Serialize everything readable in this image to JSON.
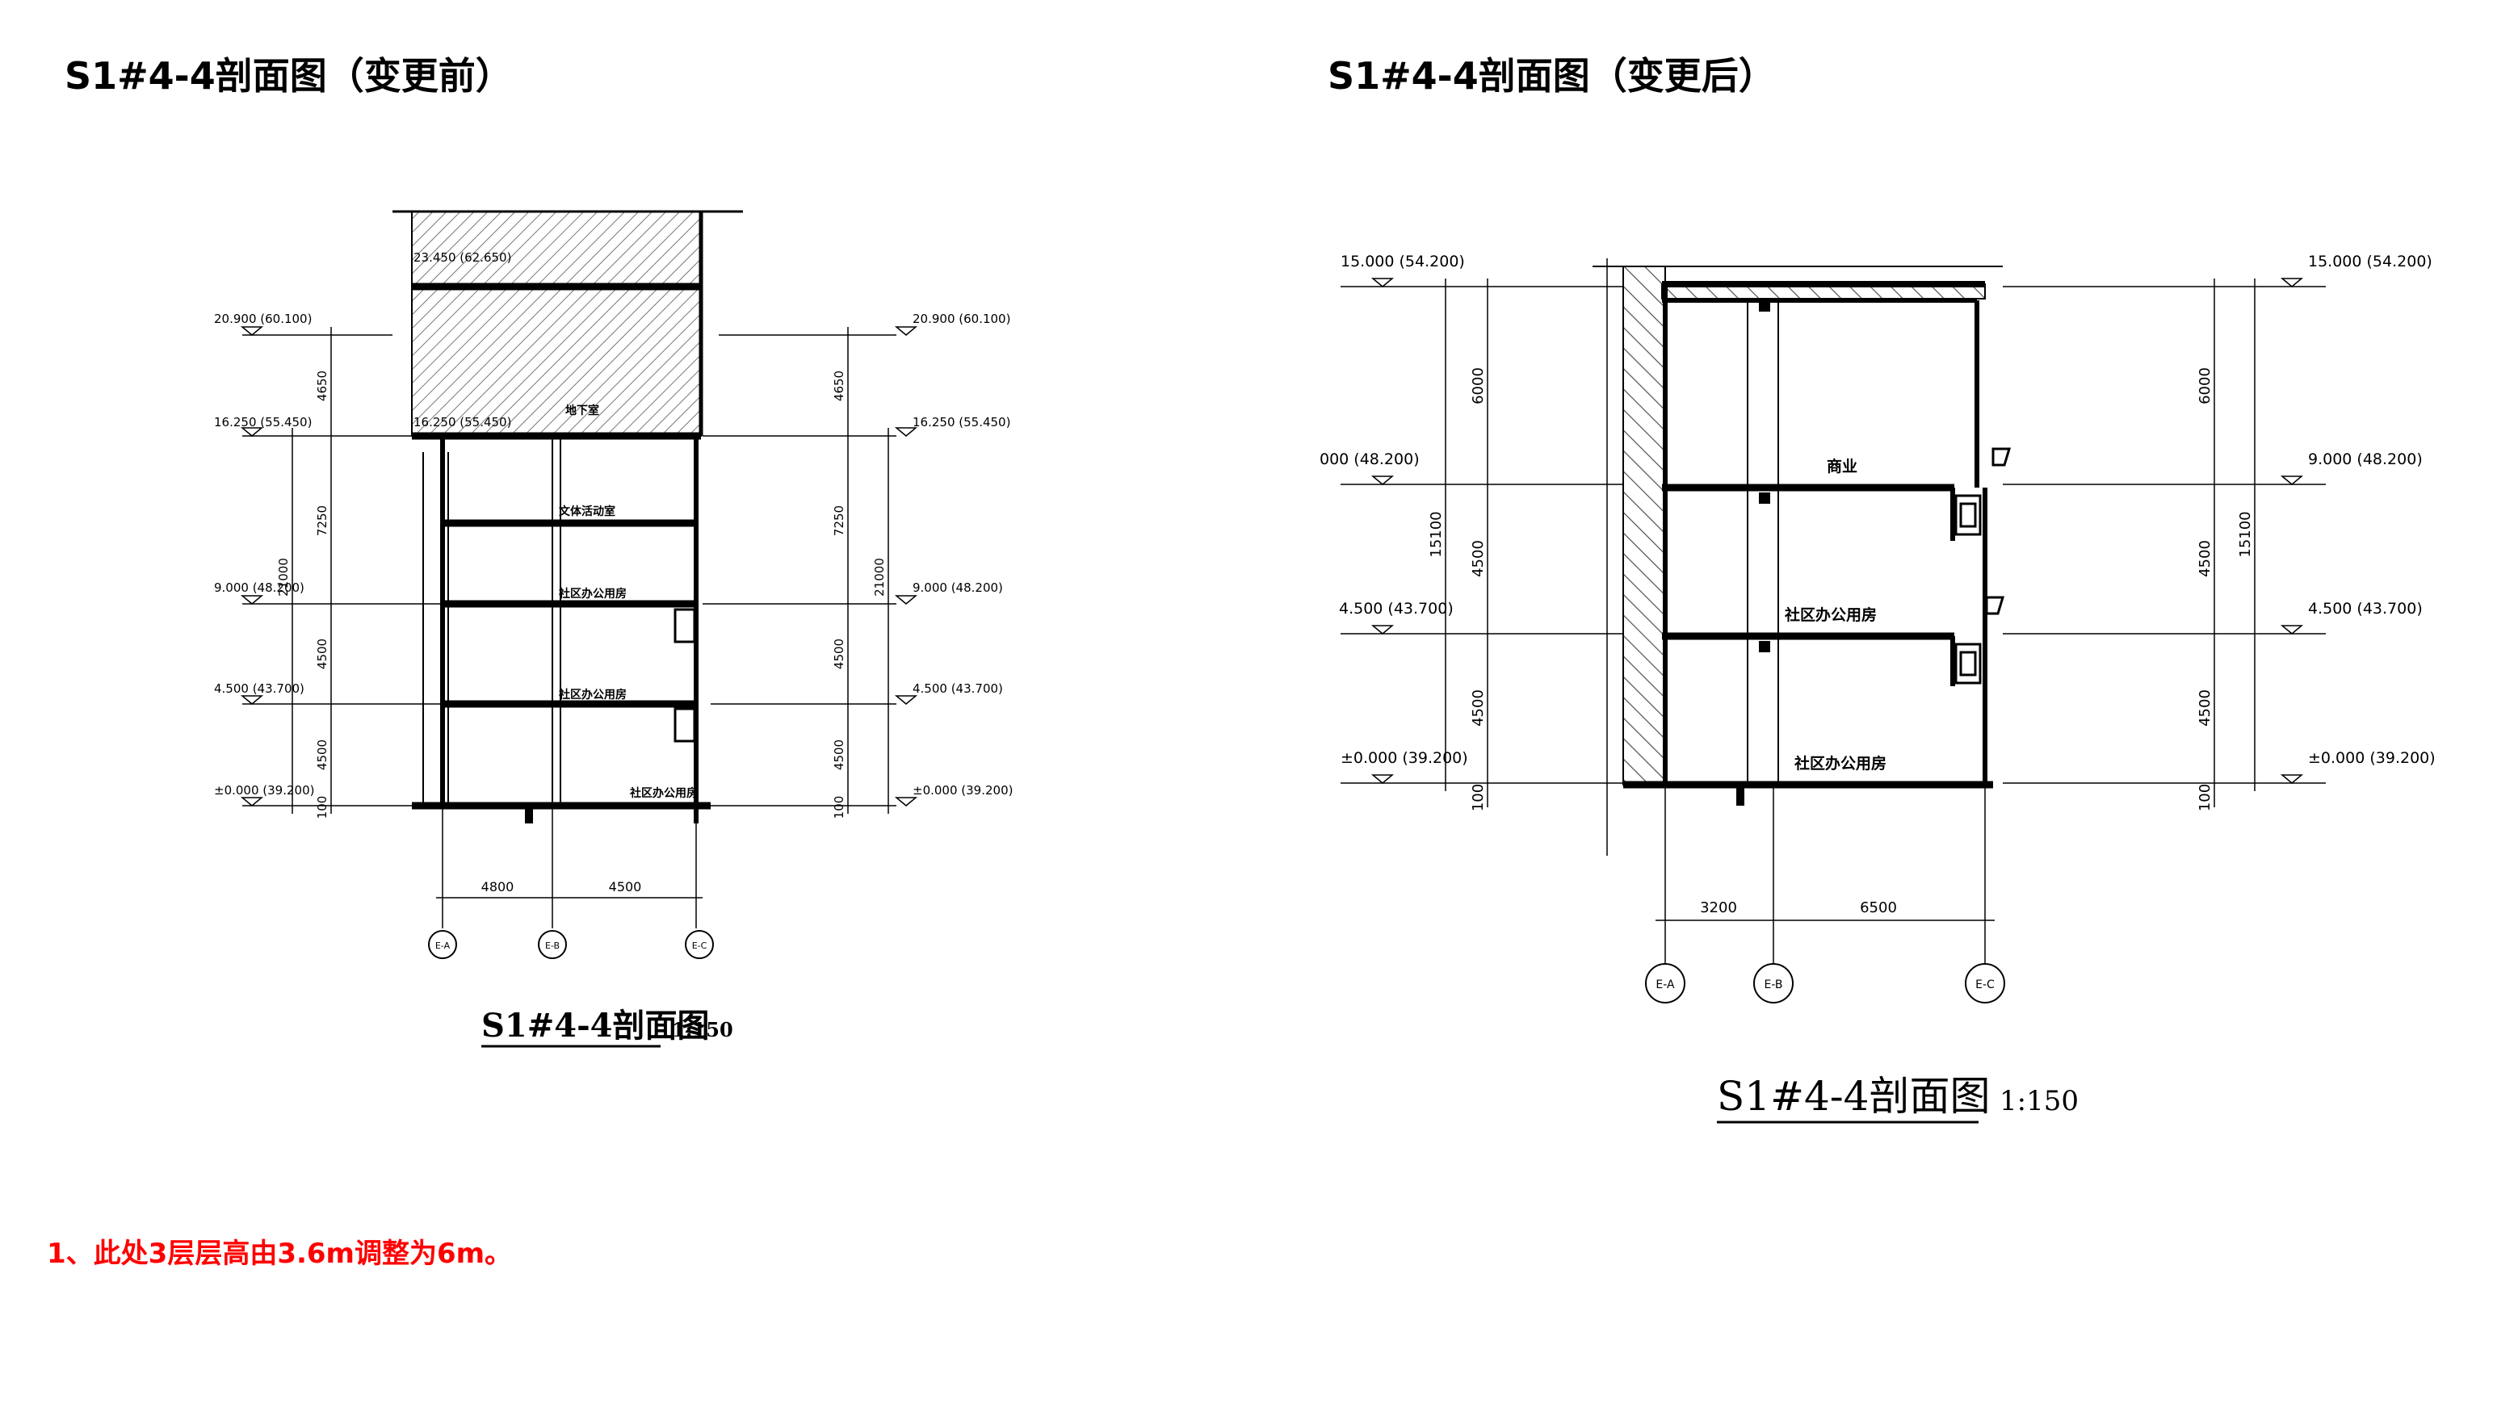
{
  "titles": {
    "before": "S1#4-4剖面图（变更前）",
    "after": "S1#4-4剖面图（变更后）"
  },
  "note": "1、此处3层层高由3.6m调整为6m。",
  "before": {
    "rooms": [
      "地下室",
      "文体活动室",
      "社区办公用房",
      "社区办公用房",
      "社区办公用房"
    ],
    "top_level_label": "23.450 (62.650)",
    "elevations_left": [
      "20.900 (60.100)",
      "16.250 (55.450)",
      "9.000 (48.200)",
      "4.500 (43.700)",
      "±0.000 (39.200)"
    ],
    "elevations_right": [
      "20.900 (60.100)",
      "16.250 (55.450)",
      "9.000 (48.200)",
      "4.500 (43.700)",
      "±0.000 (39.200)"
    ],
    "interior_level": "16.250 (55.450)",
    "dims_vertical": [
      "4650",
      "7250",
      "4500",
      "4500",
      "100"
    ],
    "dim_total": "21000",
    "dims_horizontal": [
      "4800",
      "4500"
    ],
    "axes": [
      "E-A",
      "E-B",
      "E-C"
    ],
    "drawing_title": "S1#4-4剖面图",
    "scale": "1:150"
  },
  "after": {
    "rooms": [
      "商业",
      "社区办公用房",
      "社区办公用房"
    ],
    "elevations_left": [
      "15.000 (54.200)",
      "000 (48.200)",
      "4.500 (43.700)",
      "±0.000 (39.200)"
    ],
    "elevations_right": [
      "15.000 (54.200)",
      "9.000 (48.200)",
      "4.500 (43.700)",
      "±0.000 (39.200)"
    ],
    "dims_vertical": [
      "6000",
      "4500",
      "4500",
      "100"
    ],
    "dim_total": "15100",
    "dims_horizontal": [
      "3200",
      "6500"
    ],
    "axes": [
      "E-A",
      "E-B",
      "E-C"
    ],
    "drawing_title": "S1#4-4剖面图",
    "scale": "1:150"
  },
  "colors": {
    "note": "#ff0000",
    "lines": "#000000",
    "hatch": "#888888"
  }
}
